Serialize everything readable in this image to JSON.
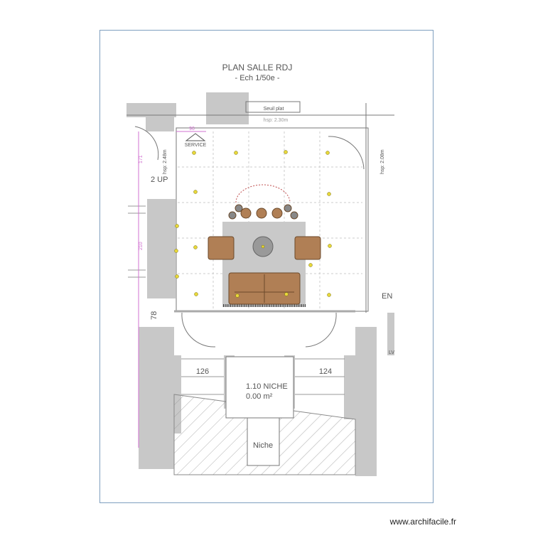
{
  "title": "PLAN SALLE RDJ",
  "scale": "- Ech 1/50e -",
  "labels": {
    "threshold": "Seuil plat",
    "height_top": "hsp: 2.30m",
    "height_left": "hsp: 2.48m",
    "height_right": "hsp: 2.08m",
    "service": "SERVICE",
    "dim_90": "90",
    "dim_171": "171",
    "dim_210": "210",
    "dim_78": "78",
    "stairs": "2 UP",
    "entry": "EN",
    "lv": "LV",
    "dim_126": "126",
    "dim_124": "124",
    "niche_room": "1.10 NICHE",
    "niche_area": "0.00 m²",
    "niche": "Niche"
  },
  "footer": "www.archifacile.fr",
  "colors": {
    "wall": "#c8c8c8",
    "furniture": "#b07f55",
    "rug": "#c9c9c9",
    "light": "#e8d83a",
    "dimension": "#d070d0",
    "frame": "#7f9fbf"
  }
}
